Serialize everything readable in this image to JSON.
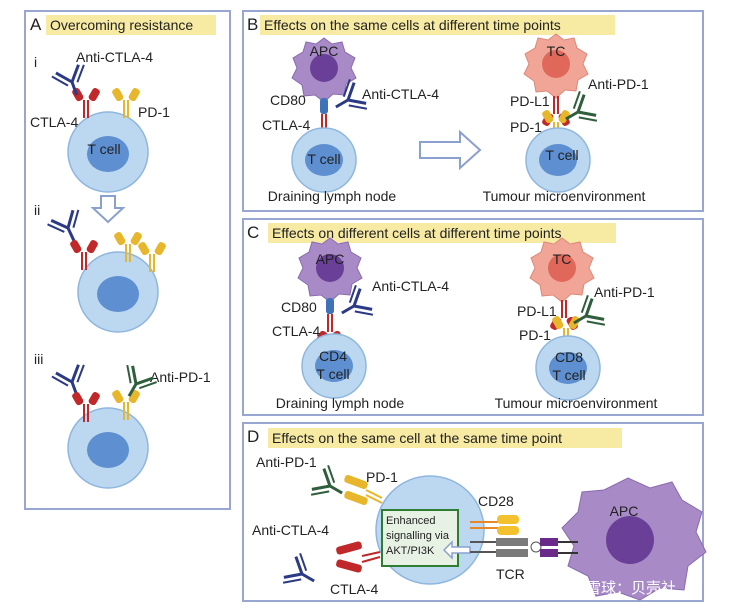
{
  "panels": {
    "A": {
      "letter": "A",
      "title": "Overcoming resistance",
      "steps": [
        "i",
        "ii",
        "iii"
      ],
      "anti_ctla4": "Anti-CTLA-4",
      "ctla4": "CTLA-4",
      "pd1": "PD-1",
      "tcell": "T cell",
      "anti_pd1": "Anti-PD-1"
    },
    "B": {
      "letter": "B",
      "title": "Effects on the same cells at different time points",
      "apc": "APC",
      "cd80": "CD80",
      "ctla4": "CTLA-4",
      "anti_ctla4": "Anti-CTLA-4",
      "tcell_left": "T cell",
      "lymph": "Draining lymph node",
      "tc": "TC",
      "pdl1": "PD-L1",
      "pd1": "PD-1",
      "anti_pd1": "Anti-PD-1",
      "tcell_right": "T cell",
      "tumour": "Tumour microenvironment"
    },
    "C": {
      "letter": "C",
      "title": "Effects on different cells at different time points",
      "apc": "APC",
      "cd80": "CD80",
      "ctla4": "CTLA-4",
      "anti_ctla4": "Anti-CTLA-4",
      "cd4_line1": "CD4",
      "cd4_line2": "T cell",
      "lymph": "Draining lymph node",
      "tc": "TC",
      "pdl1": "PD-L1",
      "pd1": "PD-1",
      "anti_pd1": "Anti-PD-1",
      "cd8_line1": "CD8",
      "cd8_line2": "T cell",
      "tumour": "Tumour microenvironment"
    },
    "D": {
      "letter": "D",
      "title": "Effects on the same cell at the same time point",
      "anti_pd1": "Anti-PD-1",
      "pd1": "PD-1",
      "anti_ctla4": "Anti-CTLA-4",
      "ctla4": "CTLA-4",
      "cd28": "CD28",
      "tcr": "TCR",
      "apc": "APC",
      "signal_line1": "Enhanced",
      "signal_line2": "signalling via",
      "signal_line3": "AKT/PI3K"
    }
  },
  "watermark": "雪球：贝壳社",
  "colors": {
    "panel_border": "#9aa6d2",
    "title_highlight": "#f7eaa3",
    "tcell_outer": "#bcd8f0",
    "tcell_nucleus": "#5e8fd0",
    "apc_outer": "#a78ac6",
    "apc_nucleus": "#6a3f98",
    "tc_outer": "#f0a596",
    "tc_nucleus": "#e0685a",
    "ctla4_red": "#c0282a",
    "pd1_yellow": "#e8b62a",
    "anti_ctla4_navy": "#2b3a84",
    "anti_pd1_green": "#2f5e3c",
    "cd80_blue": "#3f72b8",
    "signal_green": "#2e7d32"
  }
}
